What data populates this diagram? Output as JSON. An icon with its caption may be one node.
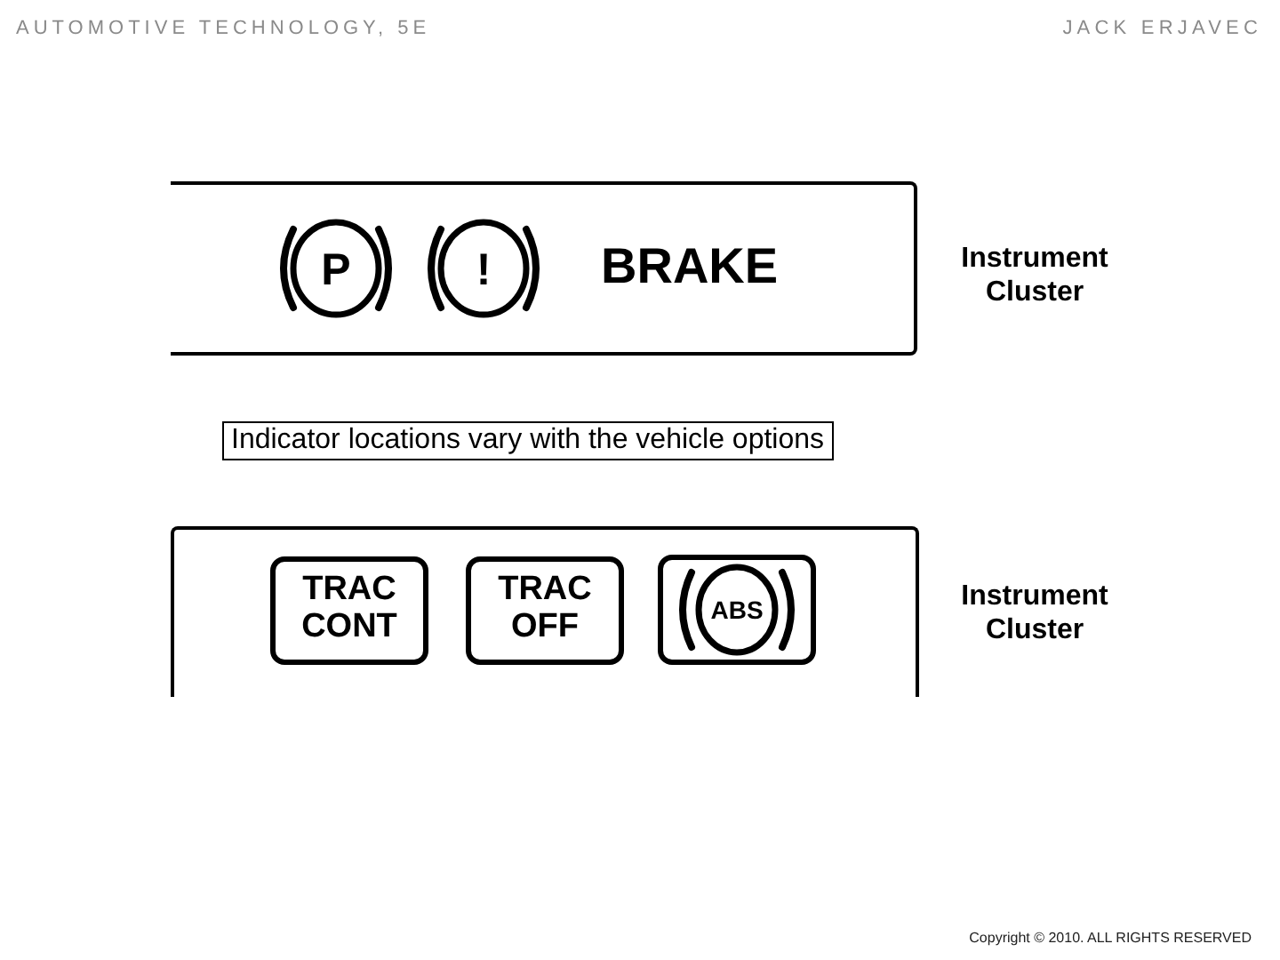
{
  "diagram": {
    "title": "AUTOMOTIVE TECHNOLOGY, 5E",
    "nodes": [
      {
        "text": [],
        "shape": "box",
        "beside": [
          "Instrument Cluster"
        ]
      },
      {
        "text": [
          "P"
        ],
        "in": 0
      },
      {
        "text": [
          "!"
        ],
        "in": 0
      },
      {
        "text": [
          "Indicator locations vary with the vehicle options"
        ]
      },
      {
        "text": [],
        "shape": "box",
        "beside": [
          "Instrument Cluster"
        ]
      },
      {
        "text": [
          "TRAC CONT"
        ],
        "in": 4
      },
      {
        "text": [
          "TRAC OFF"
        ],
        "in": 4
      },
      {
        "text": [
          "ABS"
        ],
        "in": 4
      }
    ],
    "labels": [
      "JACK ERJAVEC",
      "BRAKE",
      "Copyright © 2010. ALL RIGHTS RESERVED"
    ]
  }
}
